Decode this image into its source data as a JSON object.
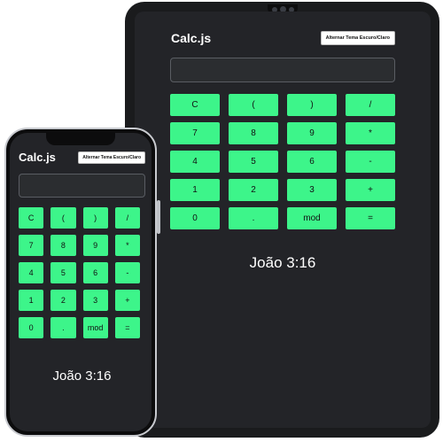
{
  "app": {
    "brand": "Calc.js",
    "theme_toggle_label": "Alternar Tema Escuro/Claro",
    "display_value": "",
    "credit": "João 3:16"
  },
  "keypad": [
    {
      "label": "C",
      "name": "clear-key"
    },
    {
      "label": "(",
      "name": "open-paren-key"
    },
    {
      "label": ")",
      "name": "close-paren-key"
    },
    {
      "label": "/",
      "name": "divide-key"
    },
    {
      "label": "7",
      "name": "digit-7-key"
    },
    {
      "label": "8",
      "name": "digit-8-key"
    },
    {
      "label": "9",
      "name": "digit-9-key"
    },
    {
      "label": "*",
      "name": "multiply-key"
    },
    {
      "label": "4",
      "name": "digit-4-key"
    },
    {
      "label": "5",
      "name": "digit-5-key"
    },
    {
      "label": "6",
      "name": "digit-6-key"
    },
    {
      "label": "-",
      "name": "subtract-key"
    },
    {
      "label": "1",
      "name": "digit-1-key"
    },
    {
      "label": "2",
      "name": "digit-2-key"
    },
    {
      "label": "3",
      "name": "digit-3-key"
    },
    {
      "label": "+",
      "name": "add-key"
    },
    {
      "label": "0",
      "name": "digit-0-key"
    },
    {
      "label": ".",
      "name": "decimal-key"
    },
    {
      "label": "mod",
      "name": "mod-key"
    },
    {
      "label": "=",
      "name": "equals-key"
    }
  ],
  "colors": {
    "key_bg": "#3df58a",
    "screen_bg": "#232428",
    "device_frame": "#1a1b1d"
  }
}
